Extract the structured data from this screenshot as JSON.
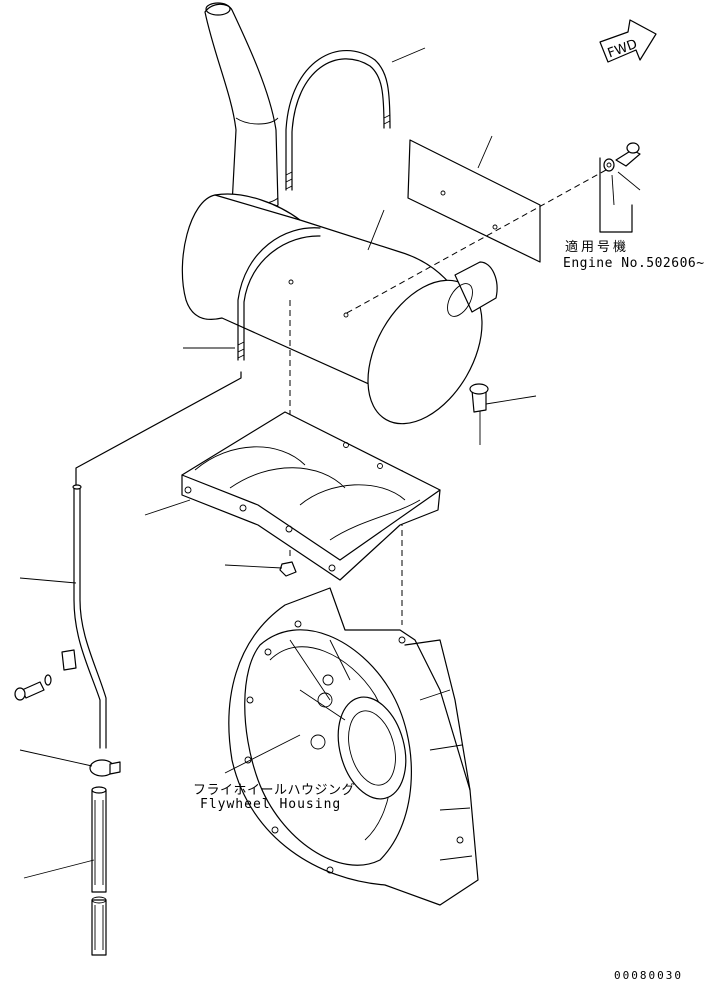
{
  "arrow": {
    "label": "FWD"
  },
  "applicability": {
    "label_ja": "適用号機",
    "label_en": "Engine No.502606~"
  },
  "caption": {
    "label_ja": "フライホイールハウジング",
    "label_en": "Flywheel Housing"
  },
  "drawing_code": "00080030"
}
